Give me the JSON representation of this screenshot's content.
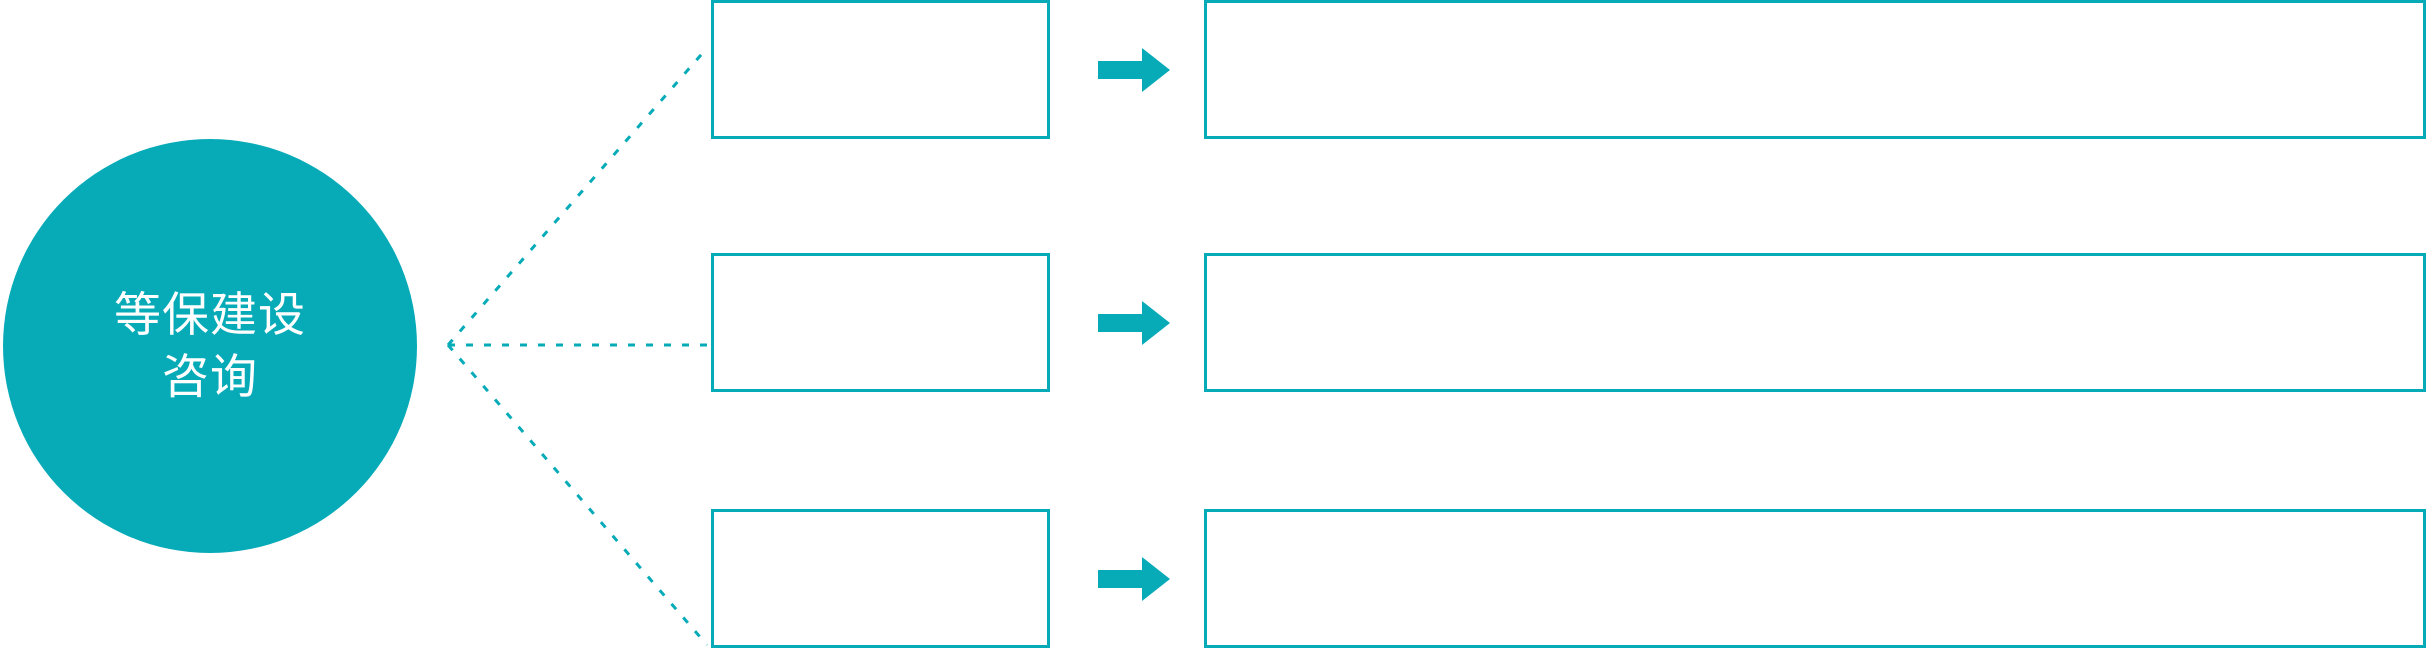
{
  "diagram": {
    "type": "radial-to-rows-flow",
    "accent_color": "#07abb8",
    "background_color": "#ffffff",
    "text_color_on_accent": "#ffffff",
    "hub": {
      "label": "等保建设\n咨询",
      "shape": "circle"
    },
    "connector": {
      "style": "dotted",
      "color": "#07abb8",
      "origin_label": "hub-right-edge"
    },
    "arrow": {
      "icon": "arrow-right-icon",
      "color": "#07abb8",
      "count": 3
    },
    "rows": [
      {
        "id": "row-1",
        "stage_label": "",
        "detail_label": ""
      },
      {
        "id": "row-2",
        "stage_label": "",
        "detail_label": ""
      },
      {
        "id": "row-3",
        "stage_label": "",
        "detail_label": ""
      }
    ]
  }
}
